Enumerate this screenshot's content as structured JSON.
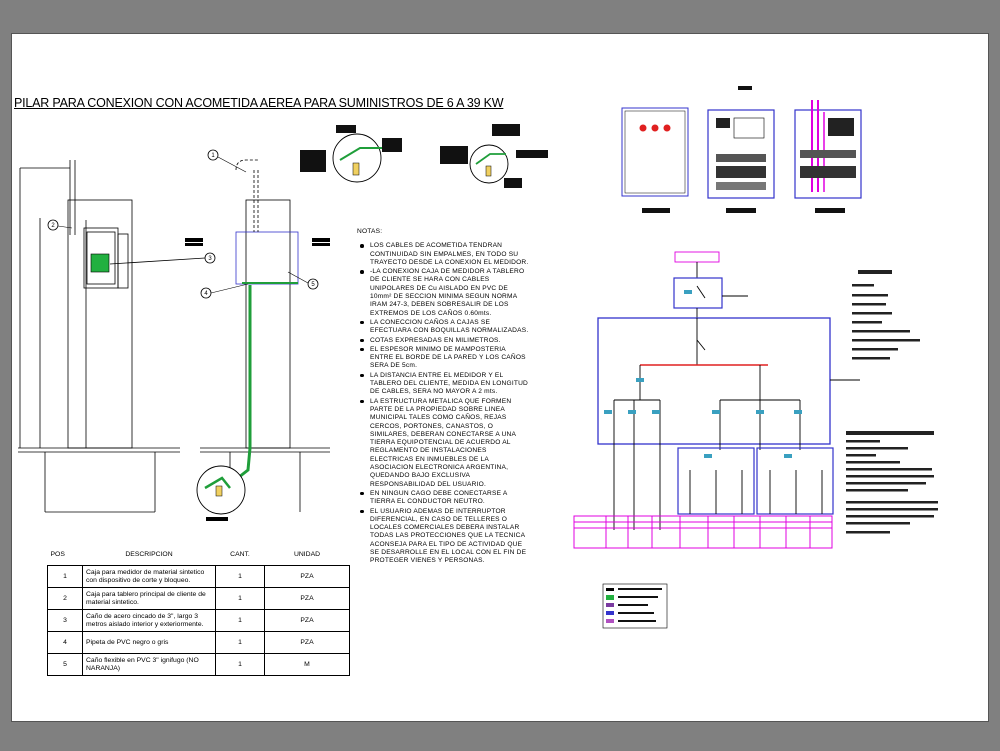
{
  "title": "PILAR PARA CONEXION CON ACOMETIDA AEREA PARA SUMINISTROS DE 6 A 39 KW",
  "notes": {
    "header": "NOTAS:",
    "items": [
      "LOS CABLES DE ACOMETIDA TENDRAN CONTINUIDAD SIN EMPALMES, EN TODO SU TRAYECTO DESDE LA CONEXION EL MEDIDOR.",
      "-LA CONEXION CAJA DE MEDIDOR A TABLERO DE CLIENTE SE HARA CON CABLES UNIPOLARES DE Cu AISLADO EN PVC DE 10mm² DE SECCION MINIMA SEGUN NORMA IRAM 247-3, DEBEN SOBRESALIR DE LOS EXTREMOS DE LOS CAÑOS 0.60mts.",
      "LA CONECCION CAÑOS A CAJAS SE EFECTUARA CON BOQUILLAS NORMALIZADAS.",
      "COTAS EXPRESADAS EN MILIMETROS.",
      "EL ESPESOR MINIMO DE MAMPOSTERIA ENTRE EL BORDE DE LA PARED Y LOS CAÑOS SERA DE 5cm.",
      "LA DISTANCIA ENTRE EL MEDIDOR Y EL TABLERO DEL CLIENTE, MEDIDA EN LONGITUD DE CABLES, SERA NO MAYOR A 2 mts.",
      "LA ESTRUCTURA METALICA QUE FORMEN PARTE DE LA PROPIEDAD SOBRE LINEA MUNICIPAL TALES COMO CAÑOS, REJAS CERCOS, PORTONES, CANASTOS, O SIMILARES, DEBERAN CONECTARSE A UNA TIERRA EQUIPOTENCIAL DE ACUERDO AL REGLAMENTO DE INSTALACIONES ELECTRICAS EN INMUEBLES DE LA ASOCIACION ELECTRONICA ARGENTINA, QUEDANDO BAJO EXCLUSIVA RESPONSABILIDAD DEL USUARIO.",
      "EN NINGUN CAGO DEBE CONECTARSE A TIERRA EL CONDUCTOR NEUTRO.",
      "EL USUARIO ADEMAS DE INTERRUPTOR DIFERENCIAL, EN CASO DE TELLERES O LOCALES COMERCIALES DEBERA INSTALAR TODAS LAS PROTECCIONES QUE LA TECNICA ACONSEJA PARA EL TIPO DE ACTIVIDAD QUE SE DESARROLLE EN EL LOCAL CON EL FIN DE PROTEGER VIENES Y PERSONAS."
    ]
  },
  "table": {
    "headers": {
      "pos": "POS",
      "desc": "DESCRIPCION",
      "cant": "CANT.",
      "unid": "UNIDAD"
    },
    "rows": [
      {
        "pos": "1",
        "desc": "Caja para medidor de material sintetico con dispositivo de corte y bloqueo.",
        "cant": "1",
        "unid": "PZA"
      },
      {
        "pos": "2",
        "desc": "Caja para tablero principal de cliente de material sintetico.",
        "cant": "1",
        "unid": "PZA"
      },
      {
        "pos": "3",
        "desc": "Caño de acero cincado de 3\", largo 3 metros aislado interior y exteriormente.",
        "cant": "1",
        "unid": "PZA"
      },
      {
        "pos": "4",
        "desc": "Pipeta de PVC negro o gris",
        "cant": "1",
        "unid": "PZA"
      },
      {
        "pos": "5",
        "desc": "Caño flexible en PVC 3\" ignifugo (NO NARANJA)",
        "cant": "1",
        "unid": "M"
      }
    ]
  },
  "markers": [
    "1",
    "2",
    "3",
    "4",
    "5"
  ],
  "colors": {
    "background": "#808080",
    "sheet": "#ffffff",
    "conduit": "#1f9e3a",
    "panel": "#3333cc",
    "alarm": "#e02020",
    "phase": "#e000e0"
  }
}
